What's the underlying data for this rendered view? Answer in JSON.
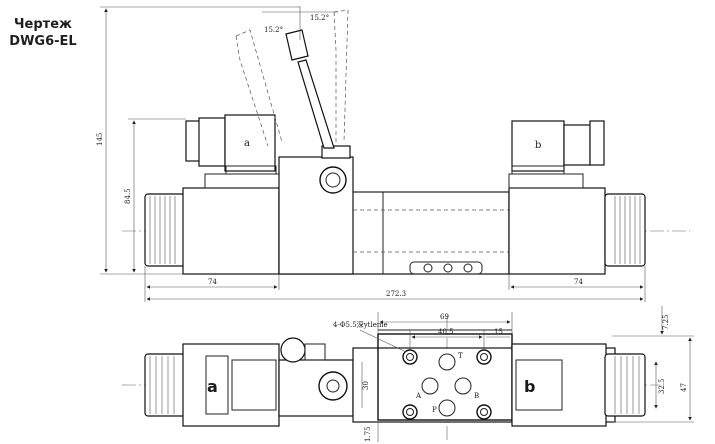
{
  "title": {
    "line1": "Чертеж",
    "line2": "DWG6-EL"
  },
  "labels": {
    "solenoid_a_side": "a",
    "solenoid_b_side": "b",
    "solenoid_a_top": "a",
    "solenoid_b_top": "b",
    "port_a": "A",
    "port_b": "B",
    "port_p": "P",
    "port_t": "T"
  },
  "dimensions": {
    "height_total": "145",
    "height_axis": "84.5",
    "solenoid_left": "74",
    "solenoid_right": "74",
    "length_total": "272.3",
    "angle_left": "15.2°",
    "angle_right": "15.2°",
    "hole_spec": "4-Φ5.5深ytleme",
    "width_69": "69",
    "width_40_5": "40.5",
    "width_15": "15",
    "right_7_25": "7.25",
    "right_32_5": "32.5",
    "right_47": "47",
    "left_30": "30",
    "bottom_1_75": "1.75"
  }
}
